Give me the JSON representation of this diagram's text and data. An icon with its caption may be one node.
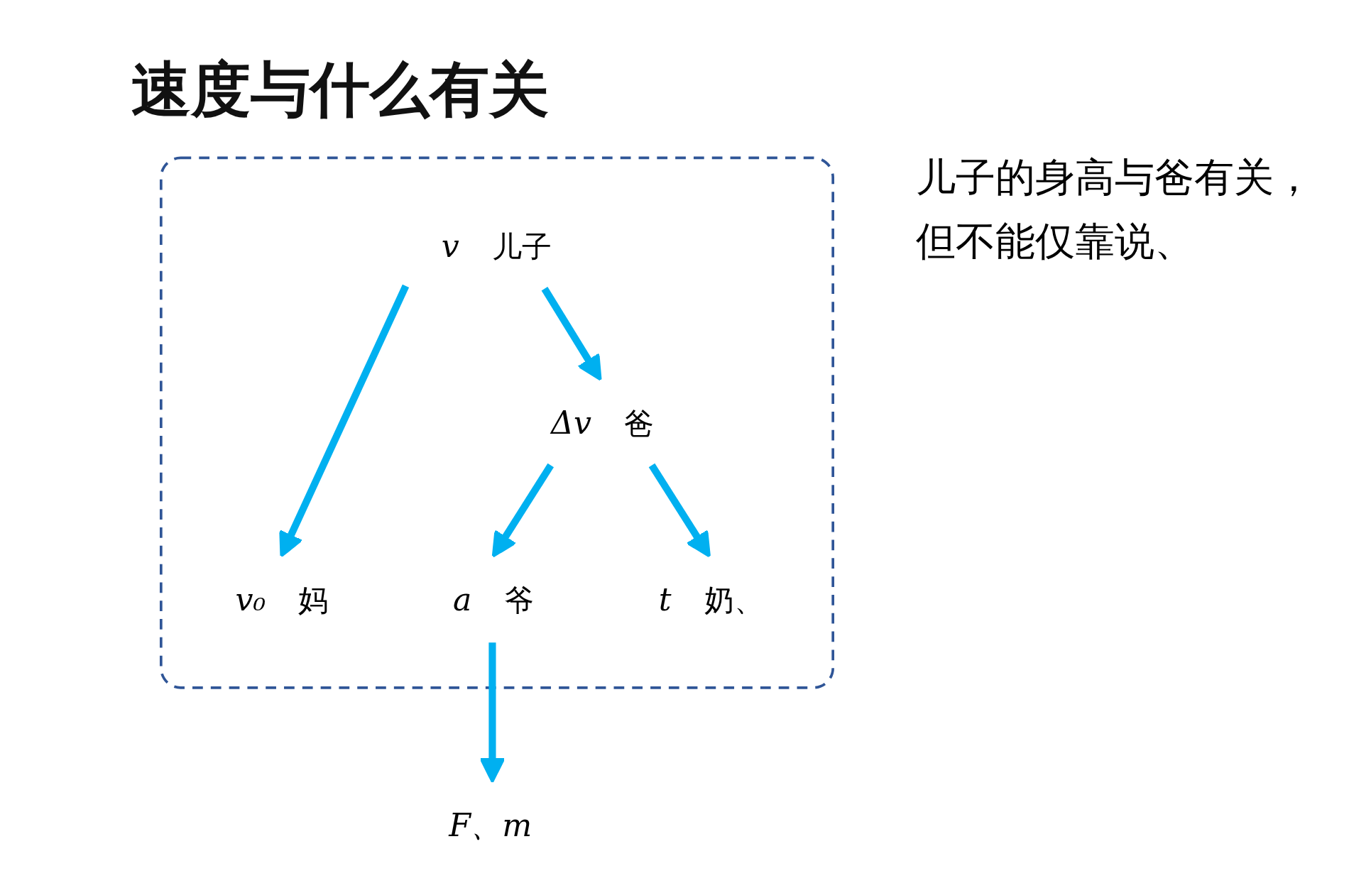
{
  "diagram": {
    "title": "速度与什么有关",
    "nodes": [
      {
        "text": [],
        "shape": "box"
      },
      {
        "text": [
          "v"
        ],
        "in": 0,
        "beside": [
          "儿子"
        ]
      },
      {
        "text": [
          "Δv"
        ],
        "in": 0,
        "beside": [
          "爸"
        ]
      },
      {
        "text": [
          "v₀"
        ],
        "in": 0,
        "beside": [
          "妈"
        ]
      },
      {
        "text": [
          "a"
        ],
        "in": 0,
        "beside": [
          "爷"
        ]
      },
      {
        "text": [
          "t"
        ],
        "in": 0,
        "beside": [
          "奶、"
        ]
      },
      {
        "text": [
          "F、m"
        ]
      }
    ],
    "edges": [
      {
        "from": 1,
        "to": 3,
        "arrow": "to"
      },
      {
        "from": 1,
        "to": 2,
        "arrow": "to"
      },
      {
        "from": 2,
        "to": 4,
        "arrow": "to"
      },
      {
        "from": 2,
        "to": 5,
        "arrow": "to"
      },
      {
        "from": 4,
        "to": 6,
        "arrow": "to"
      }
    ],
    "labels": [
      "儿子的身高与爸有关，但不能仅靠说、"
    ]
  }
}
